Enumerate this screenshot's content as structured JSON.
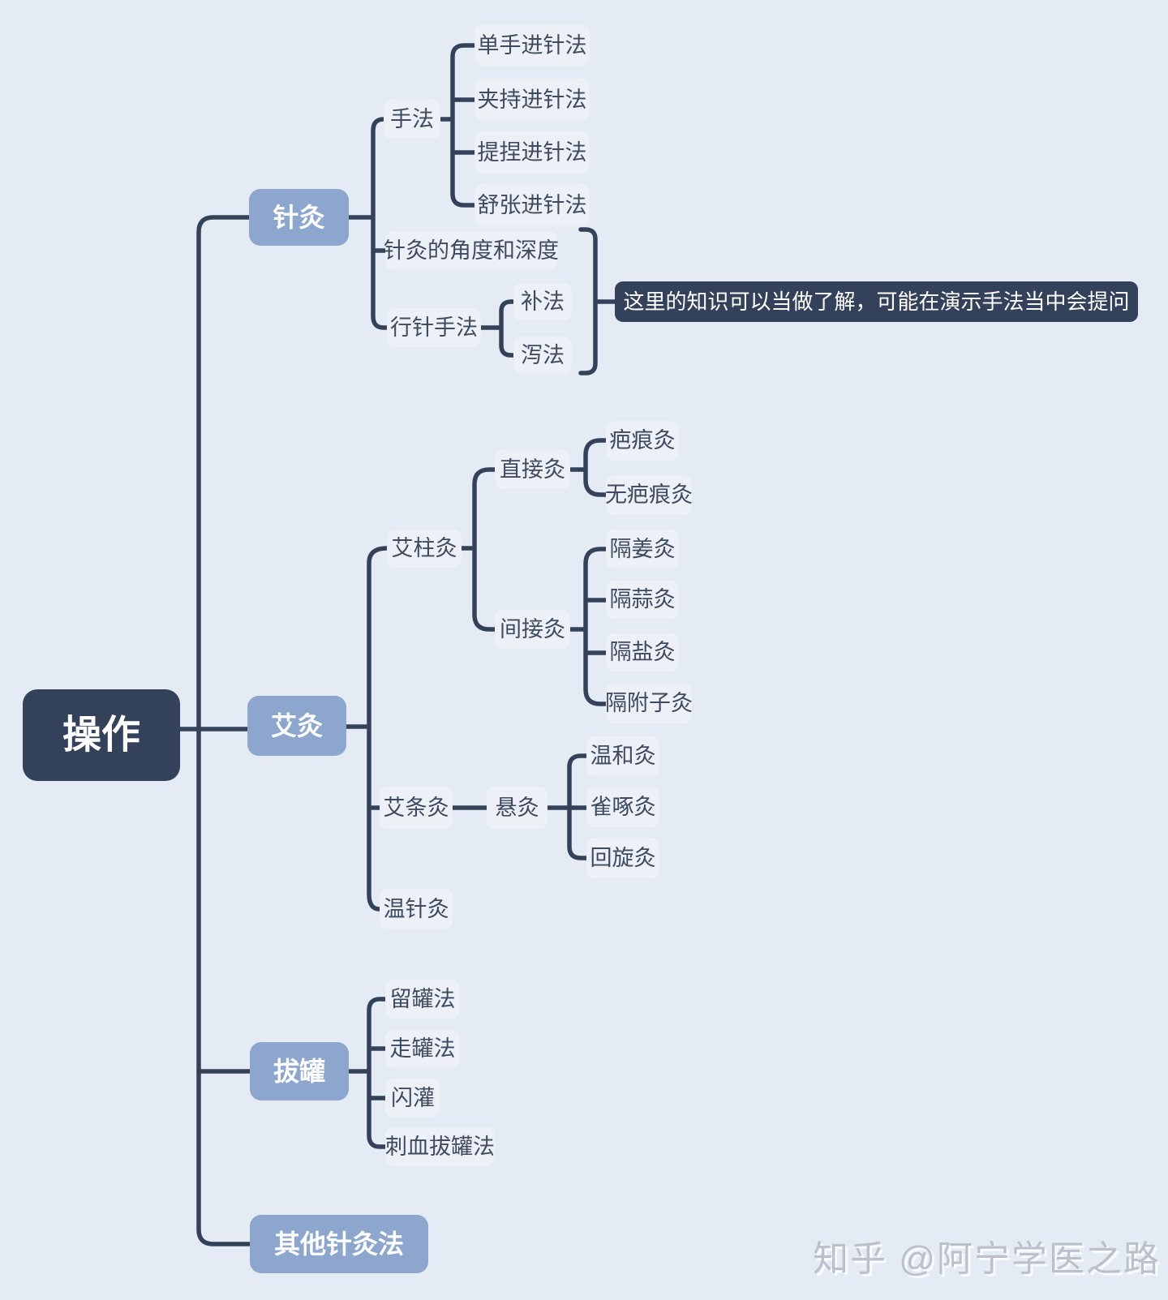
{
  "colors": {
    "background": "#e4ebf5",
    "branch_node": "#8ca6cd",
    "dark_node": "#33425a",
    "leaf_node": "#edf0f6",
    "line": "#344259",
    "leaf_text": "#3e4a5e"
  },
  "mindmap": {
    "root": {
      "label": "操作"
    },
    "branches": [
      {
        "label": "针灸",
        "note": "这里的知识可以当做了解，可能在演示手法当中会提问",
        "children": [
          {
            "label": "手法",
            "children": [
              {
                "label": "单手进针法"
              },
              {
                "label": "夹持进针法"
              },
              {
                "label": "提捏进针法"
              },
              {
                "label": "舒张进针法"
              }
            ]
          },
          {
            "label": "针灸的角度和深度"
          },
          {
            "label": "行针手法",
            "children": [
              {
                "label": "补法"
              },
              {
                "label": "泻法"
              }
            ]
          }
        ]
      },
      {
        "label": "艾灸",
        "children": [
          {
            "label": "艾柱灸",
            "children": [
              {
                "label": "直接灸",
                "children": [
                  {
                    "label": "疤痕灸"
                  },
                  {
                    "label": "无疤痕灸"
                  }
                ]
              },
              {
                "label": "间接灸",
                "children": [
                  {
                    "label": "隔姜灸"
                  },
                  {
                    "label": "隔蒜灸"
                  },
                  {
                    "label": "隔盐灸"
                  },
                  {
                    "label": "隔附子灸"
                  }
                ]
              }
            ]
          },
          {
            "label": "艾条灸",
            "children": [
              {
                "label": "悬灸",
                "children": [
                  {
                    "label": "温和灸"
                  },
                  {
                    "label": "雀啄灸"
                  },
                  {
                    "label": "回旋灸"
                  }
                ]
              }
            ]
          },
          {
            "label": "温针灸"
          }
        ]
      },
      {
        "label": "拔罐",
        "children": [
          {
            "label": "留罐法"
          },
          {
            "label": "走罐法"
          },
          {
            "label": "闪灌"
          },
          {
            "label": "刺血拔罐法"
          }
        ]
      },
      {
        "label": "其他针灸法"
      }
    ]
  },
  "watermark": {
    "text": "知乎 @阿宁学医之路"
  }
}
